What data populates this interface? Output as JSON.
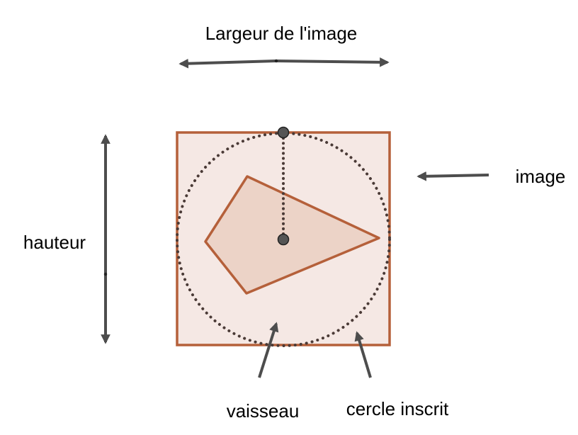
{
  "labels": {
    "width": "Largeur de l'image",
    "height": "hauteur",
    "image": "image",
    "ship": "vaisseau",
    "circle": "cercle inscrit"
  },
  "colors": {
    "square_fill": "#f5e8e4",
    "square_stroke": "#b5603a",
    "ship_fill": "#ecd3c7",
    "ship_stroke": "#b5603a",
    "dots": "#4a3a36",
    "arrow": "#4d4d4d",
    "point_fill": "#555555"
  }
}
